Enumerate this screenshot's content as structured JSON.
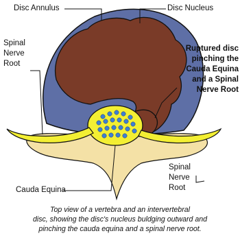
{
  "labels": {
    "disc_annulus": "Disc Annulus",
    "disc_nucleus": "Disc Nucleus",
    "spinal_nerve_root_left": [
      "Spinal",
      "Nerve",
      "Root"
    ],
    "ruptured_disc": [
      "Ruptured disc",
      "pinching the",
      "Cauda Equina",
      "and a Spinal",
      "Nerve Root"
    ],
    "cauda_equina": "Cauda Equina",
    "spinal_nerve_root_right": [
      "Spinal",
      "Nerve",
      "Root"
    ]
  },
  "caption": [
    "Top view of a vertebra and an intervertebral",
    "disc, showing the disc's nucleus buldging outward and",
    "pinching the cauda equina and a spinal nerve root."
  ],
  "colors": {
    "annulus": "#5e6fa6",
    "nucleus": "#7a3b28",
    "vertebra": "#f4e1a6",
    "nerve": "#f3ef33",
    "cauda_fiber": "#3f7fd3",
    "outline": "#111111"
  }
}
